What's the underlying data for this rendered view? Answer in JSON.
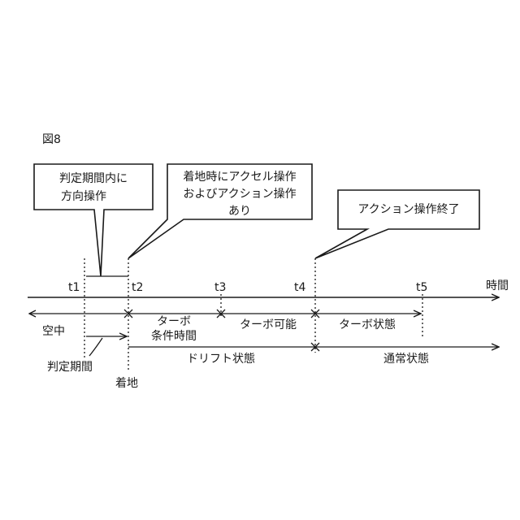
{
  "figure_label": "図8",
  "axis_label": "時間",
  "ticks": [
    "t1",
    "t2",
    "t3",
    "t4",
    "t5"
  ],
  "callouts": {
    "direction": [
      "判定期間内に",
      "方向操作"
    ],
    "accel": [
      "着地時にアクセル操作",
      "およびアクション操作",
      "あり"
    ],
    "action_end": [
      "アクション操作終了"
    ]
  },
  "intervals": {
    "air": "空中",
    "turbo_condition": [
      "ターボ",
      "条件時間"
    ],
    "turbo_possible": "ターボ可能",
    "turbo_state": "ターボ状態",
    "drift_state": "ドリフト状態",
    "normal_state": "通常状態"
  },
  "annotations": {
    "judgment_period": "判定期間",
    "landing": "着地"
  }
}
